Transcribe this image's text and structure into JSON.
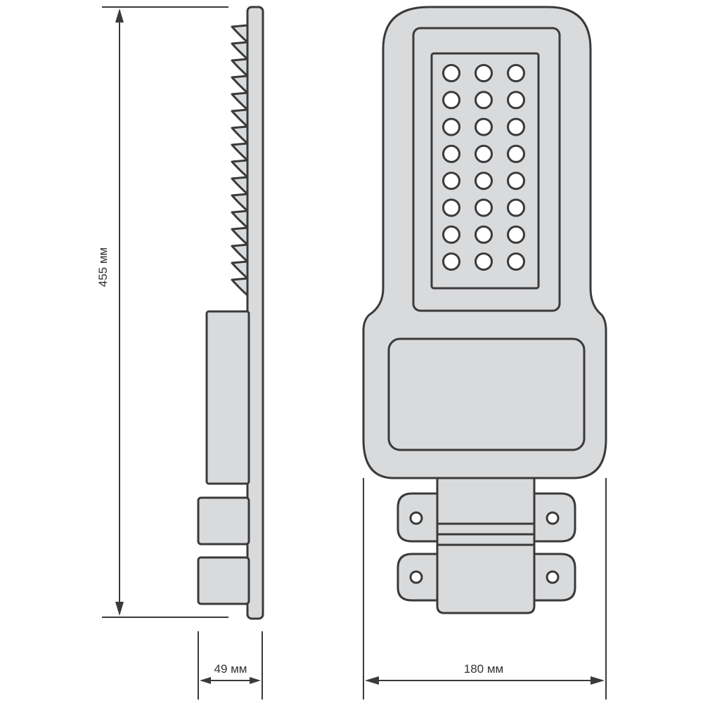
{
  "dimensions": {
    "height_label": "455 мм",
    "depth_label": "49 мм",
    "width_label": "180 мм"
  },
  "colors": {
    "stroke": "#3a3a3a",
    "body_fill": "#d9dadc",
    "background": "#ffffff"
  },
  "front_view": {
    "led_rows": 8,
    "led_columns": 3
  },
  "side_view": {
    "heatsink_fins": 16
  }
}
